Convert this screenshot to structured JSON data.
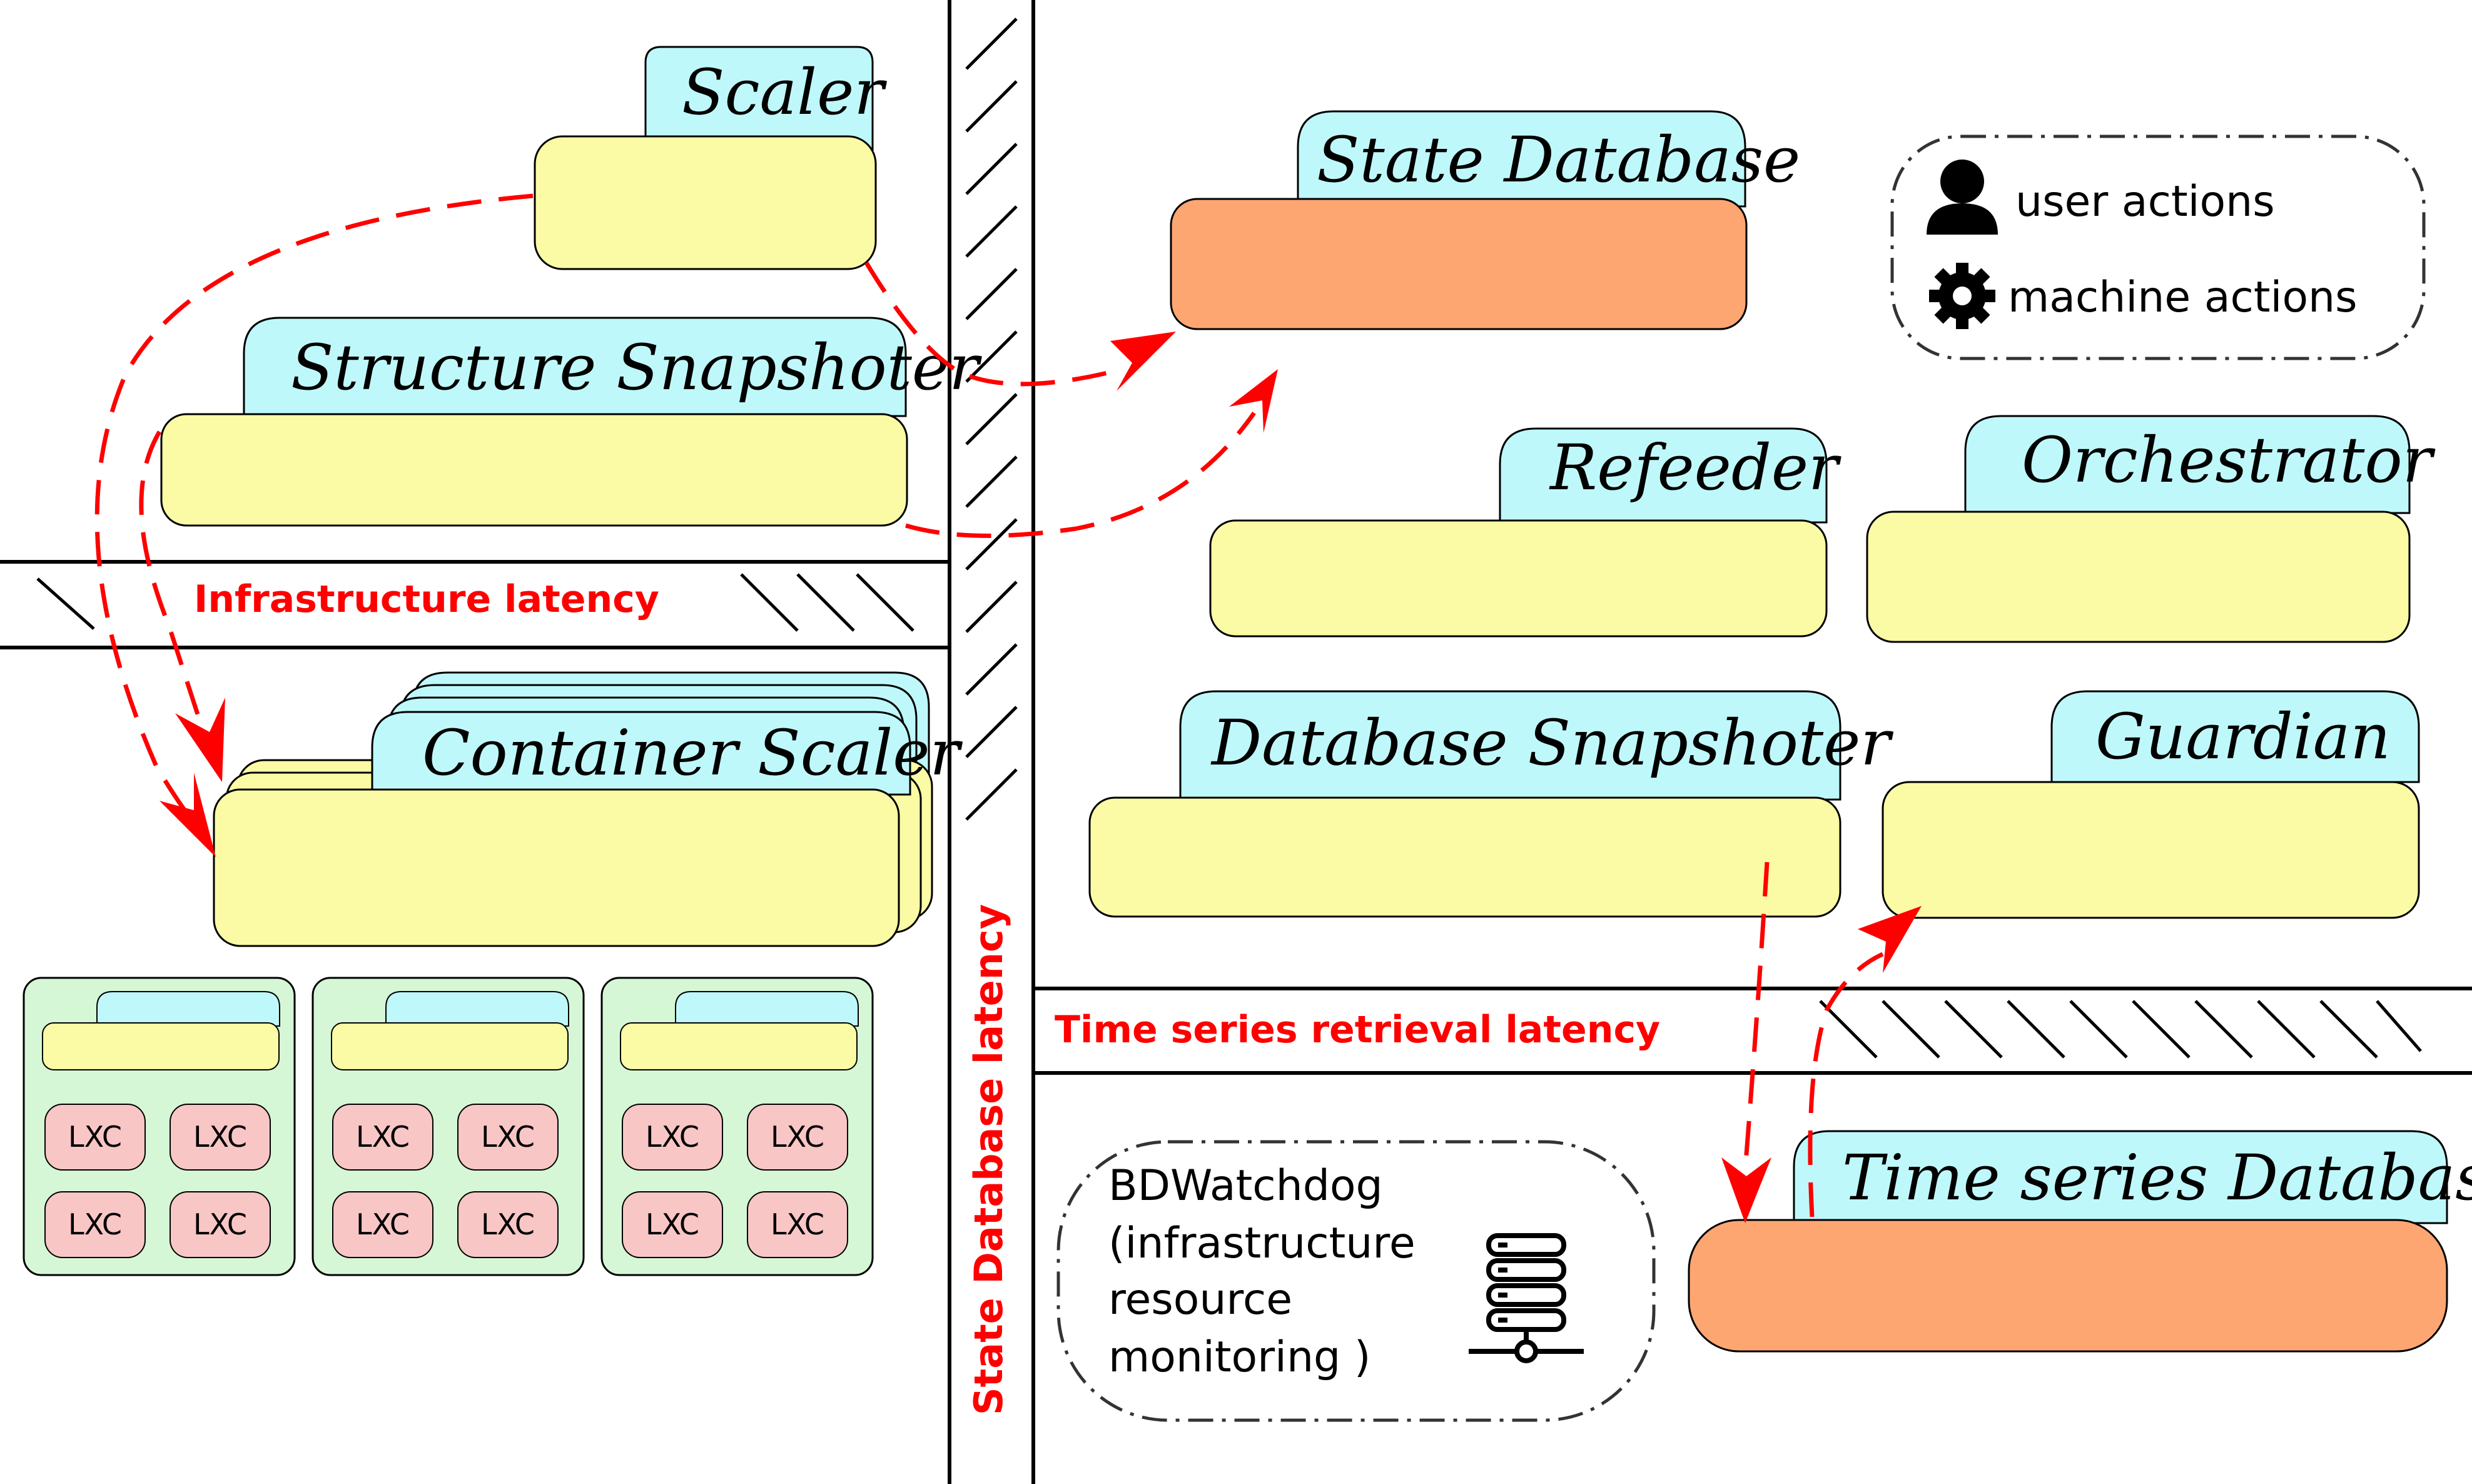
{
  "modules": {
    "scaler": "Scaler",
    "structure_snapshoter": "Structure Snapshoter",
    "container_scaler": "Container Scaler",
    "state_database": "State Database",
    "refeeder": "Refeeder",
    "orchestrator": "Orchestrator",
    "database_snapshoter": "Database Snapshoter",
    "guardian": "Guardian",
    "time_series_database": "Time series Database"
  },
  "latencies": {
    "infrastructure": "Infrastructure latency",
    "state_database": "State Database latency",
    "time_series": "Time series retrieval latency"
  },
  "legend": {
    "user_actions": "user actions",
    "machine_actions": "machine actions"
  },
  "hosts": {
    "container_label": "LXC"
  },
  "bdwatchdog": {
    "line1": "BDWatchdog",
    "line2": "(infrastructure",
    "line3": "resource",
    "line4": "monitoring )"
  },
  "colors": {
    "module_tab": "#bff8fa",
    "module_body": "#fbfba6",
    "database_body": "#fda672",
    "host_bg": "#d6f7d6",
    "container_bg": "#f9c6c6",
    "latency_text": "#ff0000",
    "flow_arrow": "#ff0000"
  }
}
